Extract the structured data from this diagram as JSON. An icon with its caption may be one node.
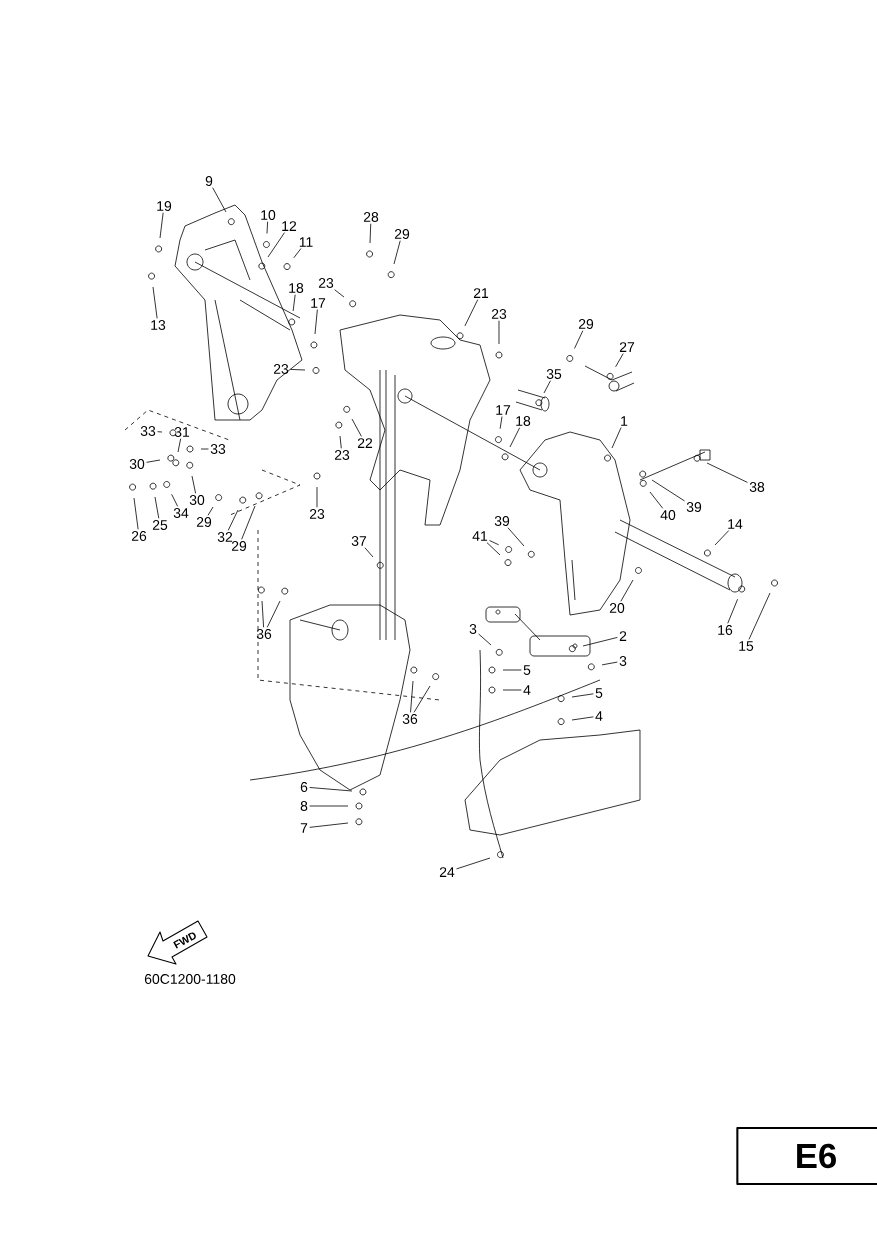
{
  "diagram": {
    "nodes": [
      {
        "text": [
          "9"
        ]
      },
      {
        "text": [
          "19"
        ]
      },
      {
        "text": [
          "10"
        ]
      },
      {
        "text": [
          "12"
        ]
      },
      {
        "text": [
          "11"
        ]
      },
      {
        "text": [
          "28"
        ]
      },
      {
        "text": [
          "29"
        ]
      },
      {
        "text": [
          "13"
        ]
      },
      {
        "text": [
          "23"
        ]
      },
      {
        "text": [
          "18"
        ]
      },
      {
        "text": [
          "17"
        ]
      },
      {
        "text": [
          "21"
        ]
      },
      {
        "text": [
          "23"
        ]
      },
      {
        "text": [
          "29"
        ]
      },
      {
        "text": [
          "27"
        ]
      },
      {
        "text": [
          "23"
        ]
      },
      {
        "text": [
          "35"
        ]
      },
      {
        "text": [
          "17"
        ]
      },
      {
        "text": [
          "18"
        ]
      },
      {
        "text": [
          "1"
        ]
      },
      {
        "text": [
          "33"
        ]
      },
      {
        "text": [
          "31"
        ]
      },
      {
        "text": [
          "33"
        ]
      },
      {
        "text": [
          "23"
        ]
      },
      {
        "text": [
          "22"
        ]
      },
      {
        "text": [
          "30"
        ]
      },
      {
        "text": [
          "30"
        ]
      },
      {
        "text": [
          "38"
        ]
      },
      {
        "text": [
          "34"
        ]
      },
      {
        "text": [
          "29"
        ]
      },
      {
        "text": [
          "25"
        ]
      },
      {
        "text": [
          "26"
        ]
      },
      {
        "text": [
          "32"
        ]
      },
      {
        "text": [
          "29"
        ]
      },
      {
        "text": [
          "23"
        ]
      },
      {
        "text": [
          "40"
        ]
      },
      {
        "text": [
          "39"
        ]
      },
      {
        "text": [
          "14"
        ]
      },
      {
        "text": [
          "39"
        ]
      },
      {
        "text": [
          "41"
        ]
      },
      {
        "text": [
          "37"
        ]
      },
      {
        "text": [
          "36"
        ]
      },
      {
        "text": [
          "20"
        ]
      },
      {
        "text": [
          "16"
        ]
      },
      {
        "text": [
          "15"
        ]
      },
      {
        "text": [
          "3"
        ]
      },
      {
        "text": [
          "2"
        ]
      },
      {
        "text": [
          "3"
        ]
      },
      {
        "text": [
          "5"
        ]
      },
      {
        "text": [
          "5"
        ]
      },
      {
        "text": [
          "4"
        ]
      },
      {
        "text": [
          "4"
        ]
      },
      {
        "text": [
          "36"
        ]
      },
      {
        "text": [
          "6"
        ]
      },
      {
        "text": [
          "8"
        ]
      },
      {
        "text": [
          "7"
        ]
      },
      {
        "text": [
          "24"
        ]
      }
    ],
    "edges": [
      {
        "from": 0,
        "to": null,
        "arrow": "none"
      },
      {
        "from": 1,
        "to": null,
        "arrow": "none"
      },
      {
        "from": 2,
        "to": null,
        "arrow": "none"
      },
      {
        "from": 3,
        "to": null,
        "arrow": "none"
      },
      {
        "from": 4,
        "to": null,
        "arrow": "none"
      },
      {
        "from": 5,
        "to": null,
        "arrow": "none"
      },
      {
        "from": 6,
        "to": null,
        "arrow": "none"
      },
      {
        "from": 7,
        "to": null,
        "arrow": "none"
      },
      {
        "from": 8,
        "to": null,
        "arrow": "none"
      },
      {
        "from": 9,
        "to": null,
        "arrow": "none"
      },
      {
        "from": 10,
        "to": null,
        "arrow": "none"
      },
      {
        "from": 11,
        "to": null,
        "arrow": "none"
      },
      {
        "from": 12,
        "to": null,
        "arrow": "none"
      },
      {
        "from": 13,
        "to": null,
        "arrow": "none"
      },
      {
        "from": 14,
        "to": null,
        "arrow": "none"
      },
      {
        "from": 15,
        "to": null,
        "arrow": "none"
      },
      {
        "from": 16,
        "to": null,
        "arrow": "none"
      },
      {
        "from": 17,
        "to": null,
        "arrow": "none"
      },
      {
        "from": 18,
        "to": null,
        "arrow": "none"
      },
      {
        "from": 19,
        "to": null,
        "arrow": "none"
      },
      {
        "from": 20,
        "to": null,
        "arrow": "none"
      },
      {
        "from": 21,
        "to": null,
        "arrow": "none"
      },
      {
        "from": 22,
        "to": null,
        "arrow": "none"
      },
      {
        "from": 23,
        "to": null,
        "arrow": "none"
      },
      {
        "from": 24,
        "to": null,
        "arrow": "none"
      },
      {
        "from": 25,
        "to": null,
        "arrow": "none"
      },
      {
        "from": 26,
        "to": null,
        "arrow": "none"
      },
      {
        "from": 27,
        "to": null,
        "arrow": "none"
      },
      {
        "from": 28,
        "to": null,
        "arrow": "none"
      },
      {
        "from": 29,
        "to": null,
        "arrow": "none"
      },
      {
        "from": 30,
        "to": null,
        "arrow": "none"
      },
      {
        "from": 31,
        "to": null,
        "arrow": "none"
      },
      {
        "from": 32,
        "to": null,
        "arrow": "none"
      },
      {
        "from": 33,
        "to": null,
        "arrow": "none"
      },
      {
        "from": 34,
        "to": null,
        "arrow": "none"
      },
      {
        "from": 35,
        "to": null,
        "arrow": "none"
      },
      {
        "from": 36,
        "to": null,
        "arrow": "none"
      },
      {
        "from": 37,
        "to": null,
        "arrow": "none"
      },
      {
        "from": 38,
        "to": null,
        "arrow": "none"
      },
      {
        "from": 39,
        "to": null,
        "arrow": "none"
      },
      {
        "from": 39,
        "to": null,
        "arrow": "none"
      },
      {
        "from": 40,
        "to": null,
        "arrow": "none"
      },
      {
        "from": 41,
        "to": null,
        "arrow": "none"
      },
      {
        "from": 41,
        "to": null,
        "arrow": "none"
      },
      {
        "from": 42,
        "to": null,
        "arrow": "none"
      },
      {
        "from": 43,
        "to": null,
        "arrow": "none"
      },
      {
        "from": 44,
        "to": null,
        "arrow": "none"
      },
      {
        "from": 45,
        "to": null,
        "arrow": "none"
      },
      {
        "from": 46,
        "to": null,
        "arrow": "none"
      },
      {
        "from": 47,
        "to": null,
        "arrow": "none"
      },
      {
        "from": 48,
        "to": null,
        "arrow": "none"
      },
      {
        "from": 49,
        "to": null,
        "arrow": "none"
      },
      {
        "from": 50,
        "to": null,
        "arrow": "none"
      },
      {
        "from": 51,
        "to": null,
        "arrow": "none"
      },
      {
        "from": 52,
        "to": null,
        "arrow": "none"
      },
      {
        "from": 52,
        "to": null,
        "arrow": "none"
      },
      {
        "from": 53,
        "to": null,
        "arrow": "none"
      },
      {
        "from": 54,
        "to": null,
        "arrow": "none"
      },
      {
        "from": 55,
        "to": null,
        "arrow": "none"
      },
      {
        "from": 56,
        "to": null,
        "arrow": "none"
      }
    ],
    "labels": [
      "FWD",
      "60C1200-1180",
      "E6"
    ]
  }
}
